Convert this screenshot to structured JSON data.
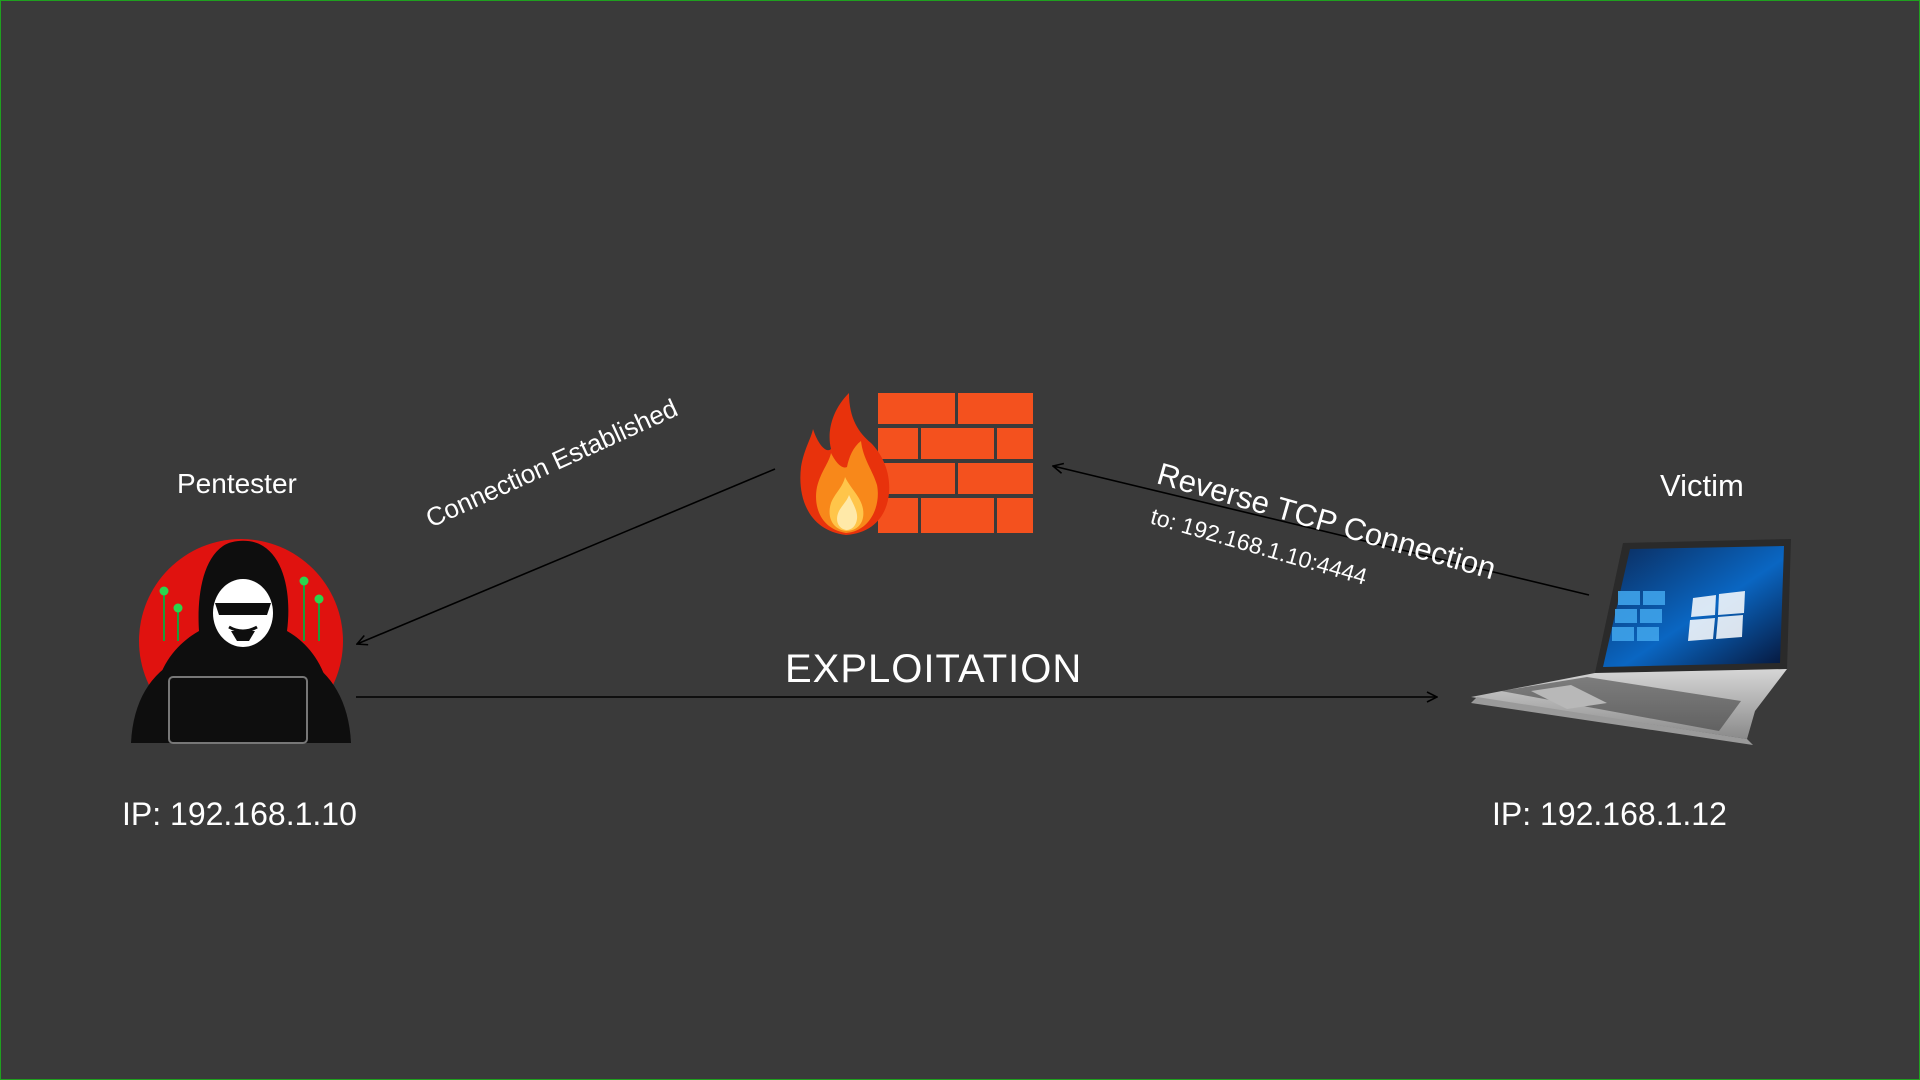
{
  "nodes": {
    "pentester": {
      "title": "Pentester",
      "ip": "IP: 192.168.1.10",
      "icon": "hacker-icon"
    },
    "victim": {
      "title": "Victim",
      "ip": "IP: 192.168.1.12",
      "icon": "laptop-icon"
    },
    "firewall": {
      "icon": "firewall-icon"
    }
  },
  "edges": {
    "exploitation": {
      "label": "EXPLOITATION"
    },
    "reverse": {
      "label": "Reverse TCP Connection",
      "sublabel": "to: 192.168.1.10:4444"
    },
    "established": {
      "label": "Connection Established"
    }
  },
  "colors": {
    "background": "#3a3a3a",
    "brick": "#f4511e",
    "hacker_circle": "#e0120f",
    "border": "#1fa01f"
  }
}
